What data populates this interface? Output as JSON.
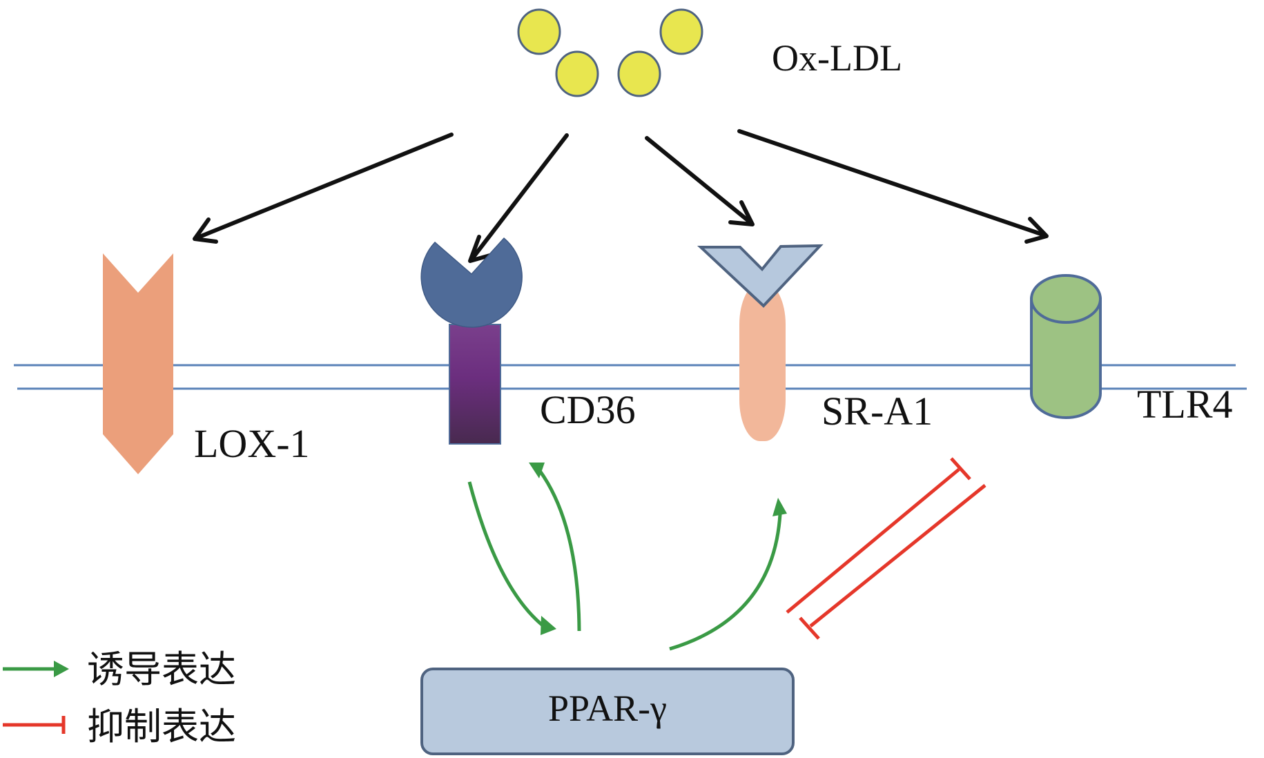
{
  "ligand": {
    "label": "Ox-LDL",
    "particle_count": 4,
    "color": "#e8e64f"
  },
  "receptors": [
    {
      "id": "lox1",
      "label": "LOX-1",
      "color": "#eb9f7b"
    },
    {
      "id": "cd36",
      "label": "CD36",
      "color": "#4f6b98"
    },
    {
      "id": "sra1",
      "label": "SR-A1",
      "color": "#f2b79a"
    },
    {
      "id": "tlr4",
      "label": "TLR4",
      "color": "#9dc283"
    }
  ],
  "nucleus_factor": {
    "label": "PPAR-γ",
    "color": "#b8c9dd"
  },
  "relations": [
    {
      "from": "Ox-LDL",
      "to": "LOX-1",
      "type": "binding"
    },
    {
      "from": "Ox-LDL",
      "to": "CD36",
      "type": "binding"
    },
    {
      "from": "Ox-LDL",
      "to": "SR-A1",
      "type": "binding"
    },
    {
      "from": "Ox-LDL",
      "to": "TLR4",
      "type": "binding"
    },
    {
      "from": "CD36",
      "to": "PPAR-γ",
      "type": "induce"
    },
    {
      "from": "PPAR-γ",
      "to": "CD36",
      "type": "induce"
    },
    {
      "from": "PPAR-γ",
      "to": "SR-A1",
      "type": "induce"
    },
    {
      "from": "TLR4",
      "to": "PPAR-γ",
      "type": "inhibit"
    },
    {
      "from": "PPAR-γ",
      "to": "TLR4",
      "type": "inhibit"
    }
  ],
  "legend": {
    "induce": {
      "label": "诱导表达",
      "color": "#3a9a45"
    },
    "inhibit": {
      "label": "抑制表达",
      "color": "#e5372a"
    }
  },
  "membrane_color": "#5a82b8"
}
